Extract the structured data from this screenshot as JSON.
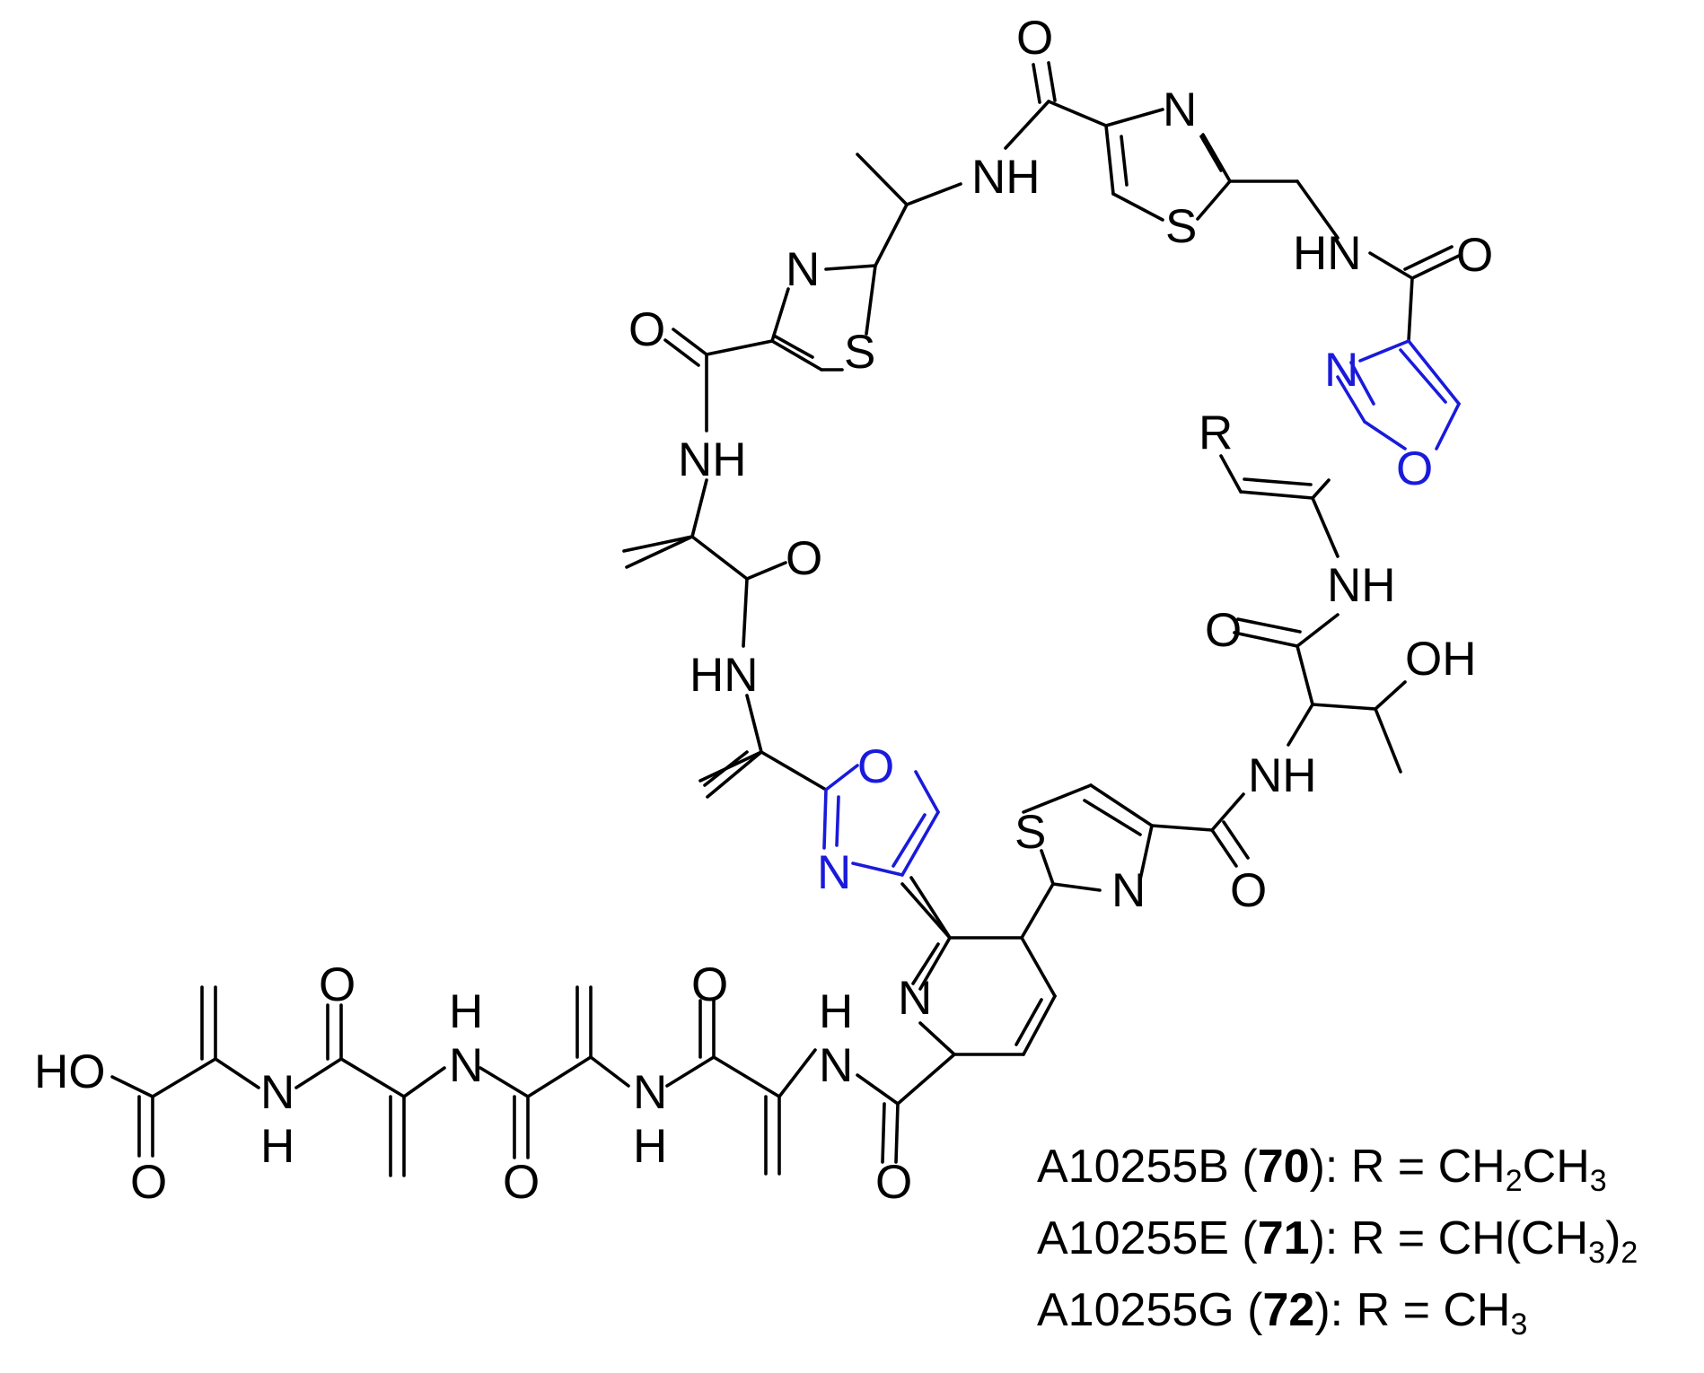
{
  "colors": {
    "bond": "#000000",
    "heteroatom_highlight": "#1a1adc"
  },
  "atom_labels": {
    "thz_top_o": "O",
    "thz_top_n": "N",
    "thz_top_s": "S",
    "nh_top": "NH",
    "hn_right": "HN",
    "o_right_amide": "O",
    "oxz_right_n": "N",
    "oxz_right_o": "O",
    "r_group": "R",
    "nh_right2": "NH",
    "o_right3": "O",
    "oh": "OH",
    "nh_right4": "NH",
    "thz_left_n": "N",
    "thz_left_s": "S",
    "o_left1": "O",
    "nh_left1": "NH",
    "o_left2": "O",
    "hn_left2": "HN",
    "oxz_left_o": "O",
    "oxz_left_n": "N",
    "thz_bottom_s": "S",
    "thz_bottom_n": "N",
    "o_bottom": "O",
    "pyr_n": "N",
    "ho_tail": "HO",
    "o_tail1": "O",
    "n_tail1": "N",
    "h_tail1": "H",
    "o_tail2": "O",
    "h_tail2": "H",
    "n_tail2": "N",
    "o_tail3": "O",
    "n_tail3": "N",
    "h_tail3": "H",
    "o_tail4": "O",
    "h_tail4": "H",
    "n_tail4": "N",
    "o_tail5": "O"
  },
  "legend": {
    "items": [
      {
        "name": "A10255B",
        "number": "70",
        "r_prefix": "R = CH",
        "r_sub1": "2",
        "r_mid": "CH",
        "r_sub2": "3",
        "r_end": "",
        "r_sub3": ""
      },
      {
        "name": "A10255E",
        "number": "71",
        "r_prefix": "R = CH(CH",
        "r_sub1": "3",
        "r_mid": ")",
        "r_sub2": "2",
        "r_end": "",
        "r_sub3": ""
      },
      {
        "name": "A10255G",
        "number": "72",
        "r_prefix": "R = CH",
        "r_sub1": "3",
        "r_mid": "",
        "r_sub2": "",
        "r_end": "",
        "r_sub3": ""
      }
    ]
  }
}
